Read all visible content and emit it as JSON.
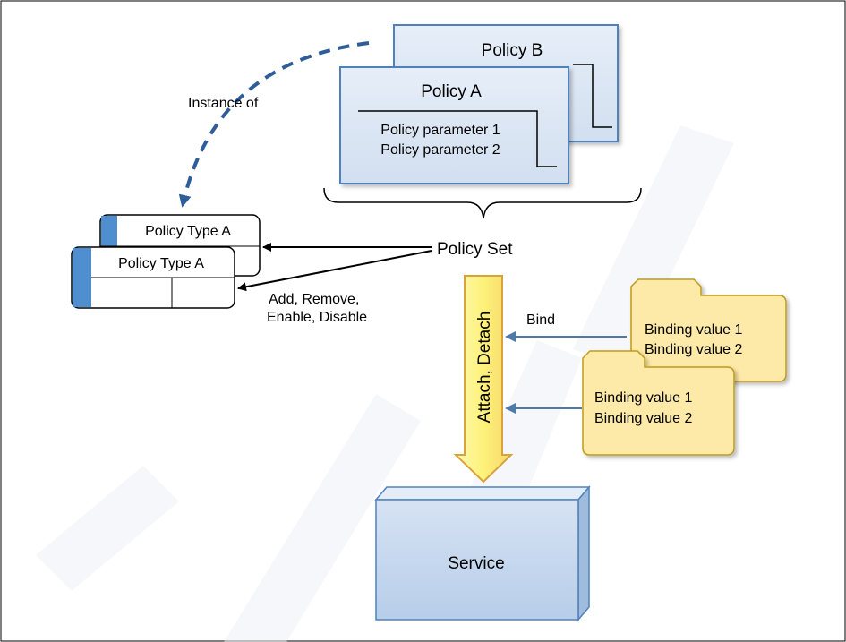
{
  "labels": {
    "policy_b": "Policy B",
    "policy_a": "Policy A",
    "policy_parameter_1": "Policy parameter 1",
    "policy_parameter_2": "Policy parameter 2",
    "instance_of": "Instance of",
    "policy_type_back": "Policy Type A",
    "policy_type_front": "Policy Type A",
    "policy_set": "Policy Set",
    "actions_line1": "Add, Remove,",
    "actions_line2": "Enable, Disable",
    "attach_detach": "Attach, Detach",
    "bind": "Bind",
    "binding_back_1": "Binding value 1",
    "binding_back_2": "Binding value 2",
    "binding_front_1": "Binding value 1",
    "binding_front_2": "Binding value 2",
    "service": "Service"
  },
  "colors": {
    "policy_box_fill": "#dbe5f1",
    "policy_box_border": "#4f81bd",
    "dashed_arrow": "#2e5d97",
    "folder_fill": "#fde9a8",
    "folder_border": "#c09a1a",
    "attach_arrow_fill": "#fdf27a",
    "attach_arrow_border": "#d9a23a",
    "bind_arrow": "#4f79a8",
    "service_fill": "#c6d9f0",
    "service_side": "#9fbcdc",
    "policy_type_marker": "#4f8fd0",
    "watermark": "#e8ecf3"
  }
}
